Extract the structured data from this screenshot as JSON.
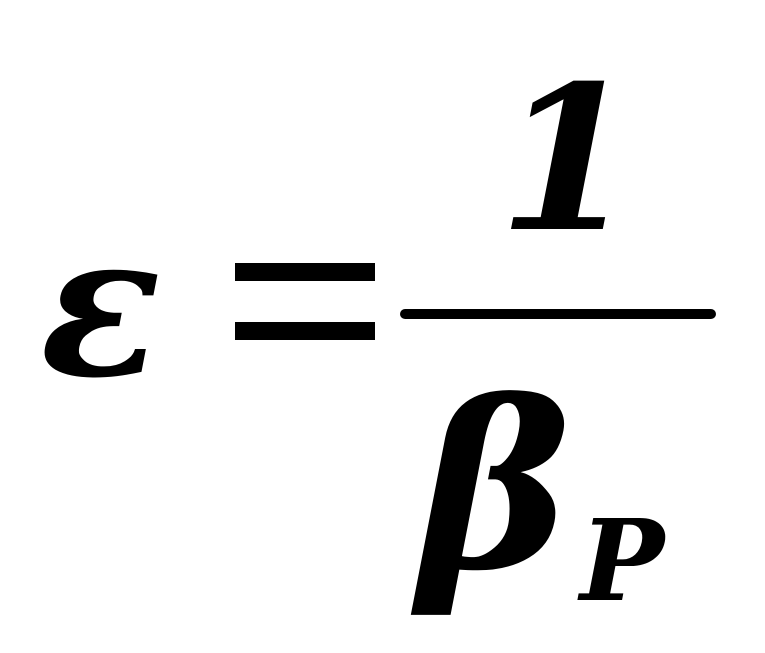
{
  "formula": {
    "lhs": "ε",
    "equals": "=",
    "numerator": "1",
    "denominator": "β",
    "subscript": "P"
  },
  "colors": {
    "ink": "#000000",
    "background": "#ffffff"
  }
}
